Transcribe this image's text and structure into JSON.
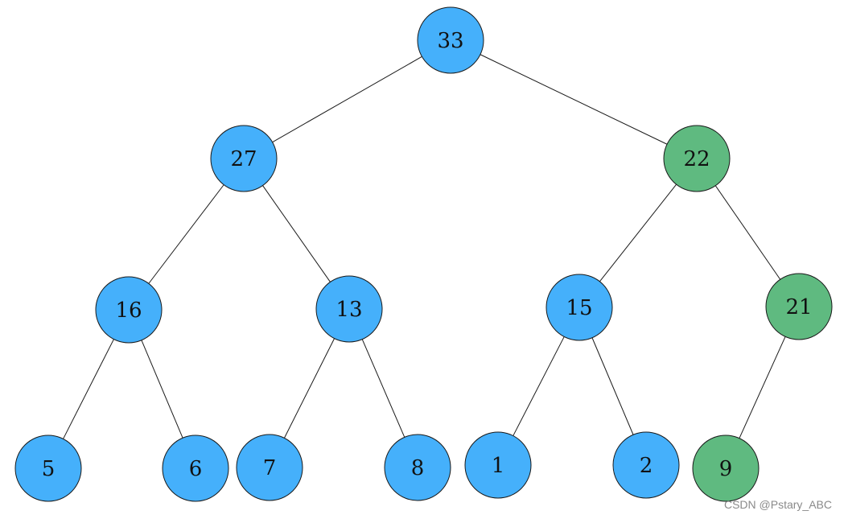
{
  "colors": {
    "node_default": "#45b0fb",
    "node_highlight": "#5fba80",
    "edge": "#1a1a1a",
    "label": "#111111",
    "watermark": "#8a8a8a"
  },
  "tree": {
    "nodes": [
      {
        "id": "n33",
        "label": "33",
        "highlight": false
      },
      {
        "id": "n27",
        "label": "27",
        "highlight": false
      },
      {
        "id": "n22",
        "label": "22",
        "highlight": true
      },
      {
        "id": "n16",
        "label": "16",
        "highlight": false
      },
      {
        "id": "n13",
        "label": "13",
        "highlight": false
      },
      {
        "id": "n15",
        "label": "15",
        "highlight": false
      },
      {
        "id": "n21",
        "label": "21",
        "highlight": true
      },
      {
        "id": "n5",
        "label": "5",
        "highlight": false
      },
      {
        "id": "n6",
        "label": "6",
        "highlight": false
      },
      {
        "id": "n7",
        "label": "7",
        "highlight": false
      },
      {
        "id": "n8",
        "label": "8",
        "highlight": false
      },
      {
        "id": "n1",
        "label": "1",
        "highlight": false
      },
      {
        "id": "n2",
        "label": "2",
        "highlight": false
      },
      {
        "id": "n9",
        "label": "9",
        "highlight": true
      }
    ],
    "edges": [
      [
        "n33",
        "n27"
      ],
      [
        "n33",
        "n22"
      ],
      [
        "n27",
        "n16"
      ],
      [
        "n27",
        "n13"
      ],
      [
        "n22",
        "n15"
      ],
      [
        "n22",
        "n21"
      ],
      [
        "n16",
        "n5"
      ],
      [
        "n16",
        "n6"
      ],
      [
        "n13",
        "n7"
      ],
      [
        "n13",
        "n8"
      ],
      [
        "n15",
        "n1"
      ],
      [
        "n15",
        "n2"
      ],
      [
        "n21",
        "n9"
      ]
    ]
  },
  "watermark": "CSDN @Pstary_ABC"
}
